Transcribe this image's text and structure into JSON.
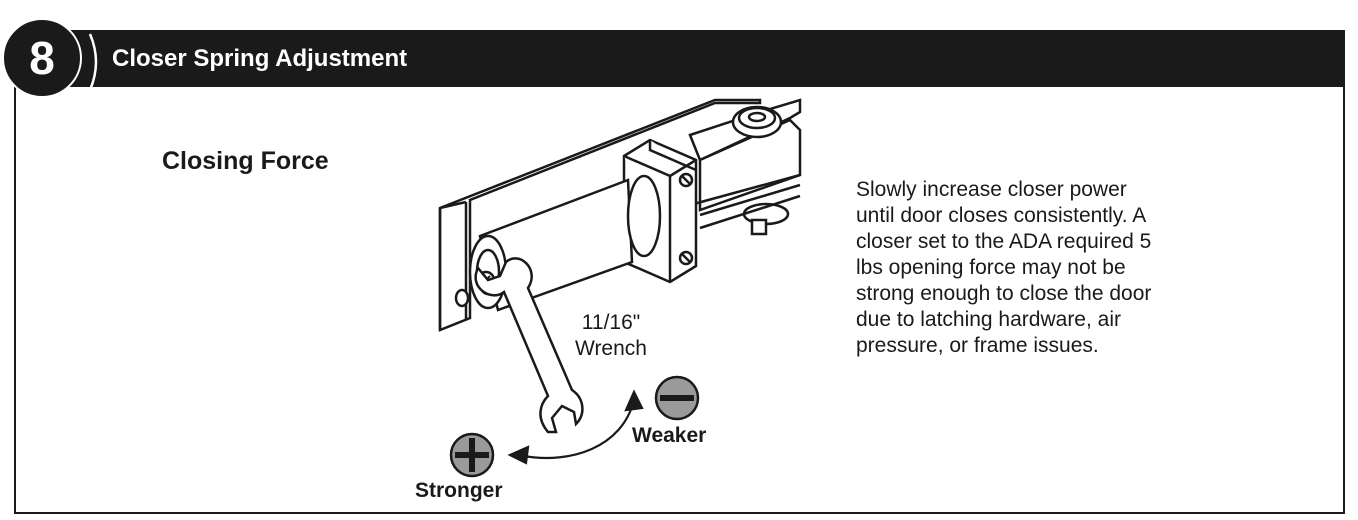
{
  "step": {
    "number": "8",
    "title": "Closer Spring Adjustment"
  },
  "section": {
    "title": "Closing Force"
  },
  "illustration": {
    "wrench_size": "11/16\"",
    "wrench_word": "Wrench",
    "stronger_label": "Stronger",
    "weaker_label": "Weaker",
    "plus_icon": "plus-icon",
    "minus_icon": "minus-icon"
  },
  "description": {
    "lines": [
      "Slowly increase closer power",
      "until door closes consistently. A",
      "closer set to the ADA required 5",
      "lbs opening force may not be",
      "strong enough to close the door",
      "due to latching hardware, air",
      "pressure, or frame issues."
    ]
  },
  "colors": {
    "header_bg": "#1a1a1a",
    "icon_fill": "#9a9a9a"
  }
}
